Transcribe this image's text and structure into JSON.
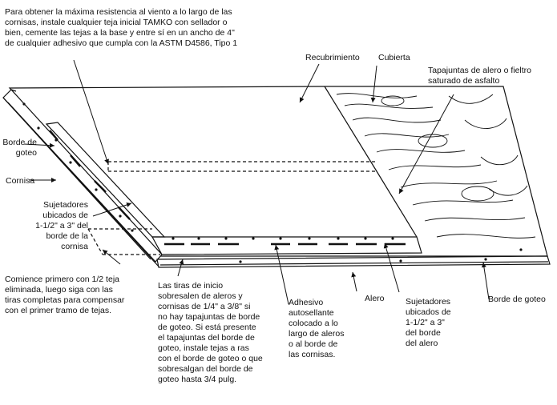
{
  "labels": {
    "top_note": "Para obtener la máxima resistencia al viento a lo largo de las\ncornisas, instale cualquier teja inicial TAMKO con sellador o\nbien, cemente las tejas a la base y entre sí en un ancho de 4\"\nde cualquier adhesivo que cumpla con la ASTM D4586, Tipo 1",
    "recubrimiento": "Recubrimiento",
    "cubierta": "Cubierta",
    "tapajuntas_alero": "Tapajuntas de alero o fieltro\nsaturado de asfalto",
    "borde_goteo_left": "Borde de\ngoteo",
    "cornisa": "Cornisa",
    "sujetadores_left": "Sujetadores\nubicados de\n1-1/2\" a 3\" del\nborde de la\ncornisa",
    "comience": "Comience primero con 1/2 teja\neliminada, luego siga con las\ntiras completas para compensar\ncon el primer tramo de tejas.",
    "tiras_inicio": "Las tiras de inicio\nsobresalen de aleros y\ncornisas de 1/4\" a 3/8\" si\nno hay tapajuntas de borde\nde goteo. Si está presente\nel tapajuntas del borde de\ngoteo, instale tejas a ras\ncon el borde de goteo o que\nsobresalgan del borde de\ngoteo hasta 3/4 pulg.",
    "adhesivo": "Adhesivo\nautosellante\ncolocado a lo\nlargo de aleros\no al borde de\nlas cornisas.",
    "alero": "Alero",
    "sujetadores_right": "Sujetadores\nubicados de\n1-1/2\" a 3\"\ndel borde\ndel alero",
    "borde_goteo_right": "Borde de goteo"
  }
}
